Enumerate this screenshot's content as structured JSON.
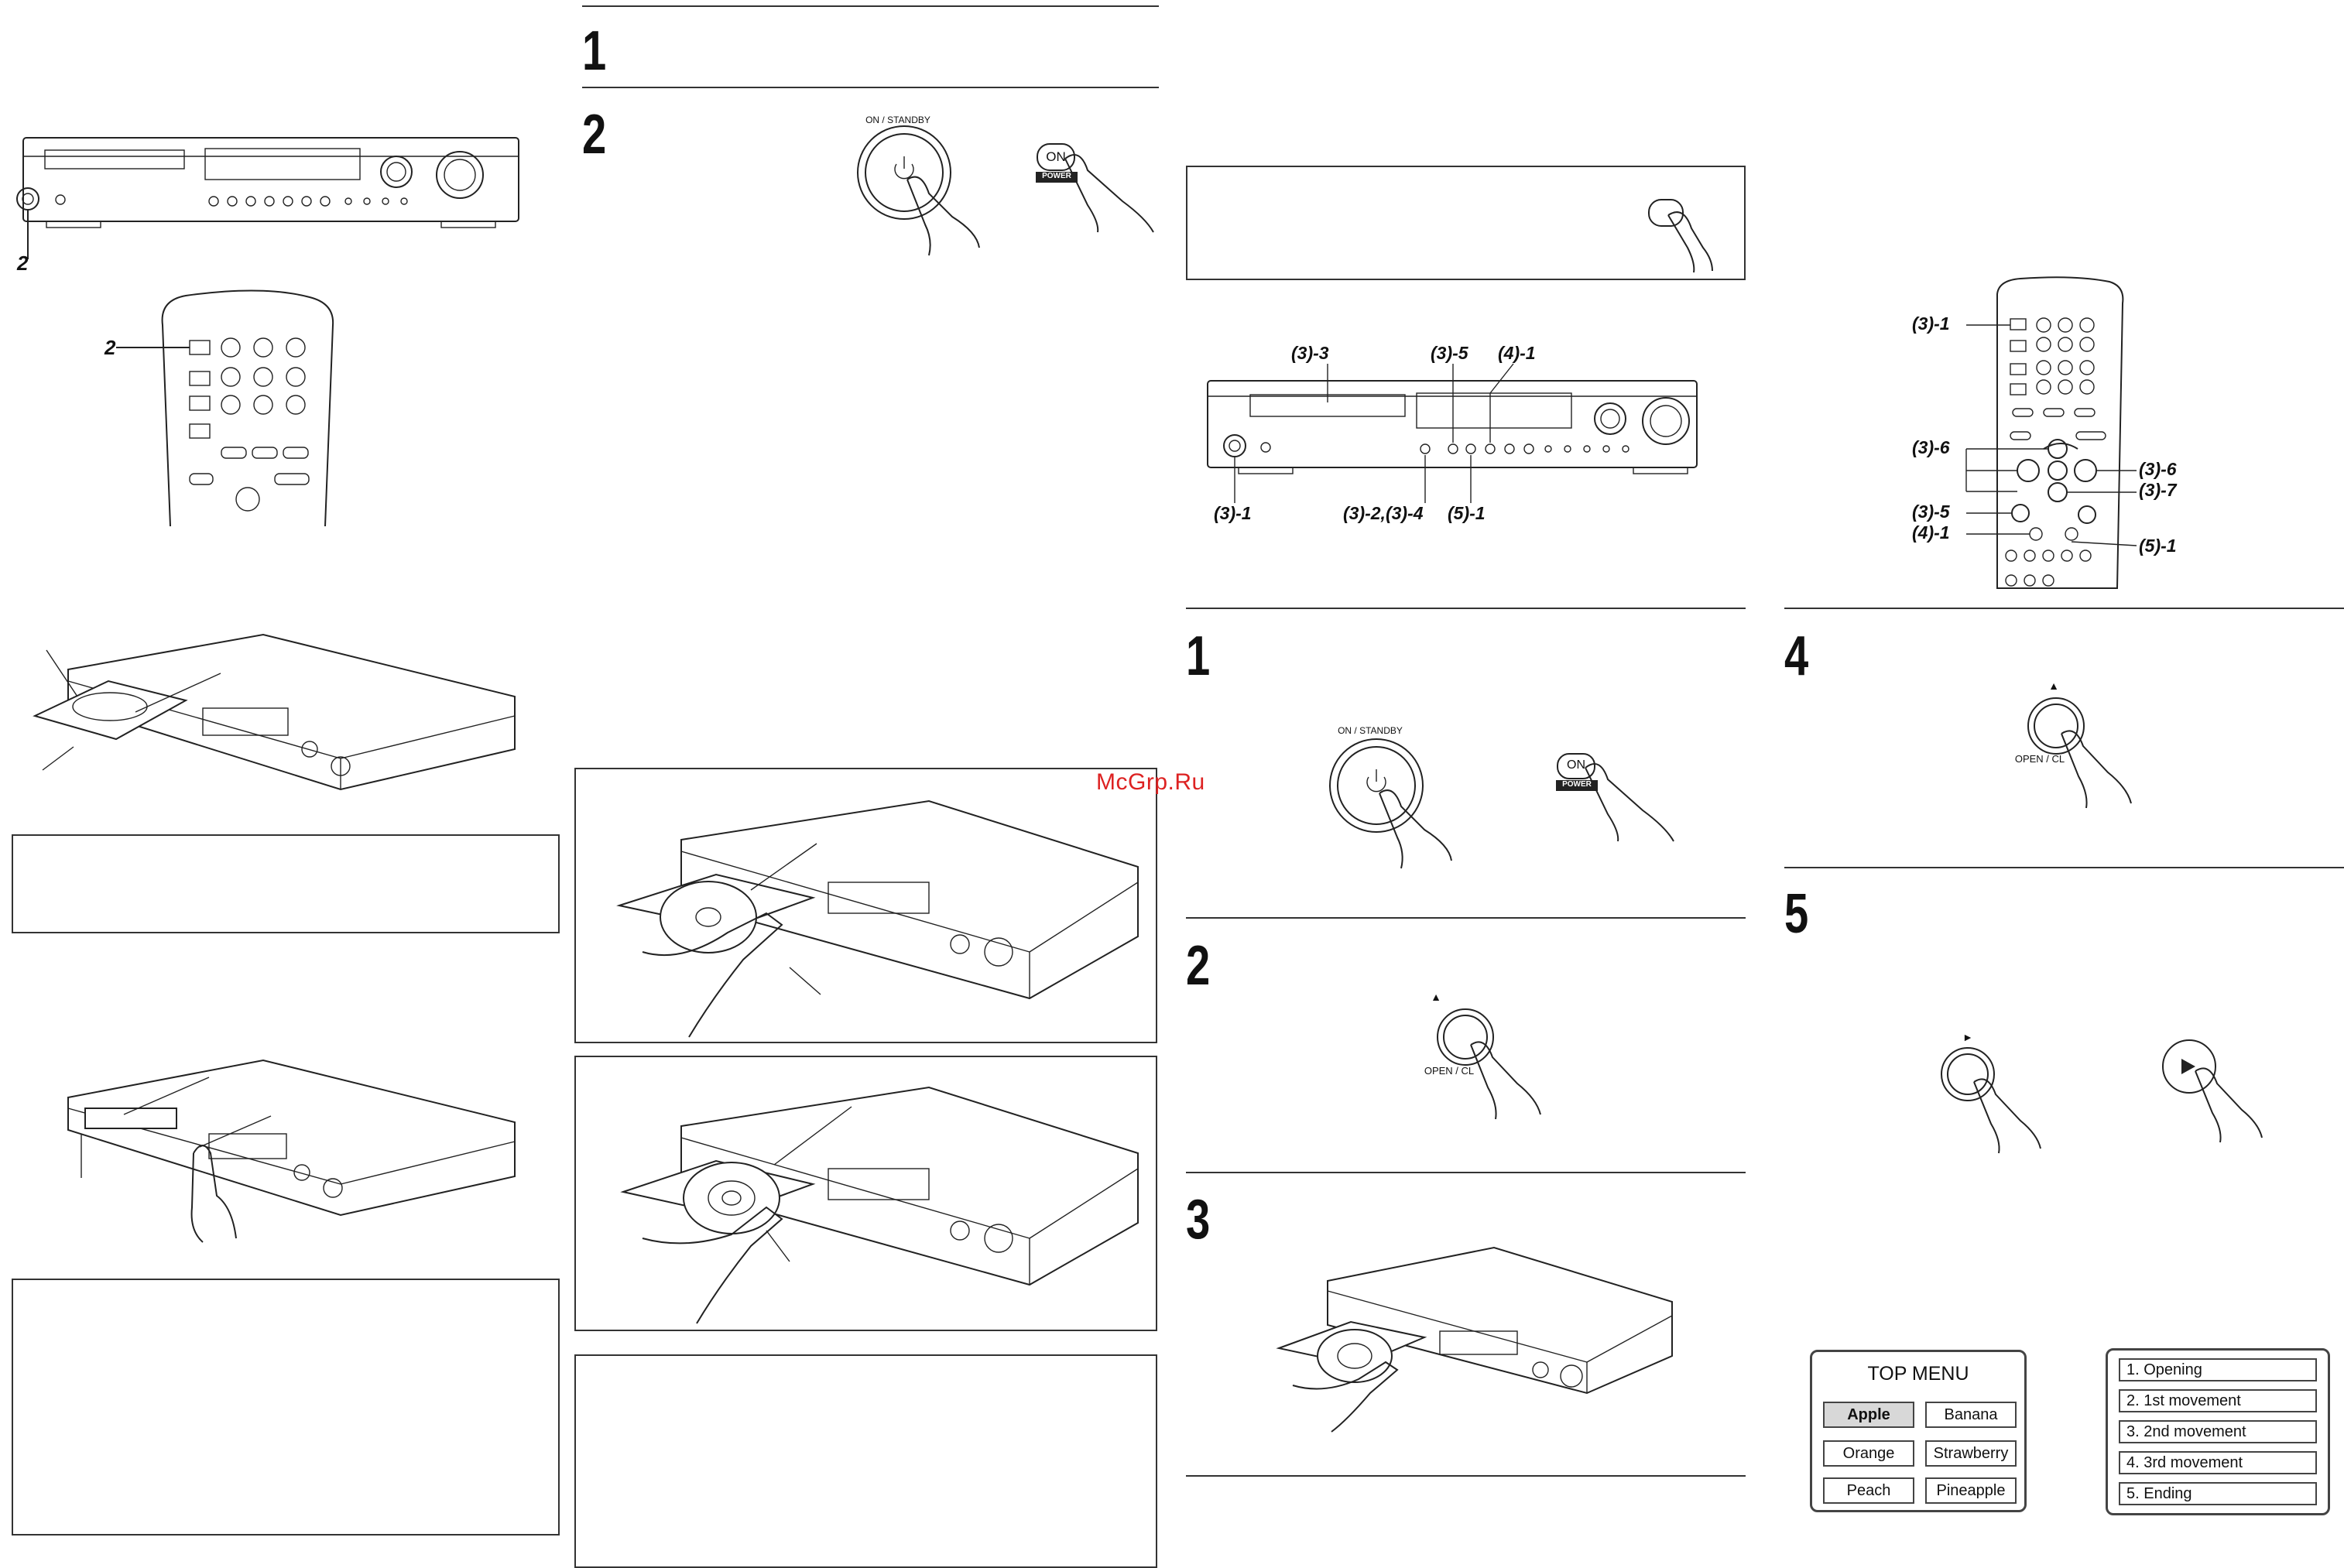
{
  "watermark": "McGrp.Ru",
  "steps": {
    "col2": [
      "1",
      "2"
    ],
    "col3": [
      "1",
      "2",
      "3"
    ],
    "col4": [
      "4",
      "5"
    ]
  },
  "buttons": {
    "on_standby": "ON / STANDBY",
    "on": "ON",
    "power": "POWER",
    "open_close": "OPEN / CL",
    "eject_symbol": "▲",
    "play_symbol": "►"
  },
  "callouts": {
    "front_panel": "2",
    "remote": "2",
    "p3_display": "(3)-3",
    "p3_b5": "(3)-5",
    "p3_41": "(4)-1",
    "p3_power": "(3)-1",
    "p3_24": "(3)-2,(3)-4",
    "p3_51": "(5)-1",
    "r_31": "(3)-1",
    "r_36l": "(3)-6",
    "r_36r": "(3)-6",
    "r_37": "(3)-7",
    "r_35": "(3)-5",
    "r_41": "(4)-1",
    "r_51": "(5)-1"
  },
  "top_menu": {
    "title": "TOP MENU",
    "items": [
      "Apple",
      "Banana",
      "Orange",
      "Strawberry",
      "Peach",
      "Pineapple"
    ],
    "selected": "Apple"
  },
  "chapters": [
    "1. Opening",
    "2. 1st movement",
    "3. 2nd movement",
    "4. 3rd movement",
    "5. Ending"
  ]
}
